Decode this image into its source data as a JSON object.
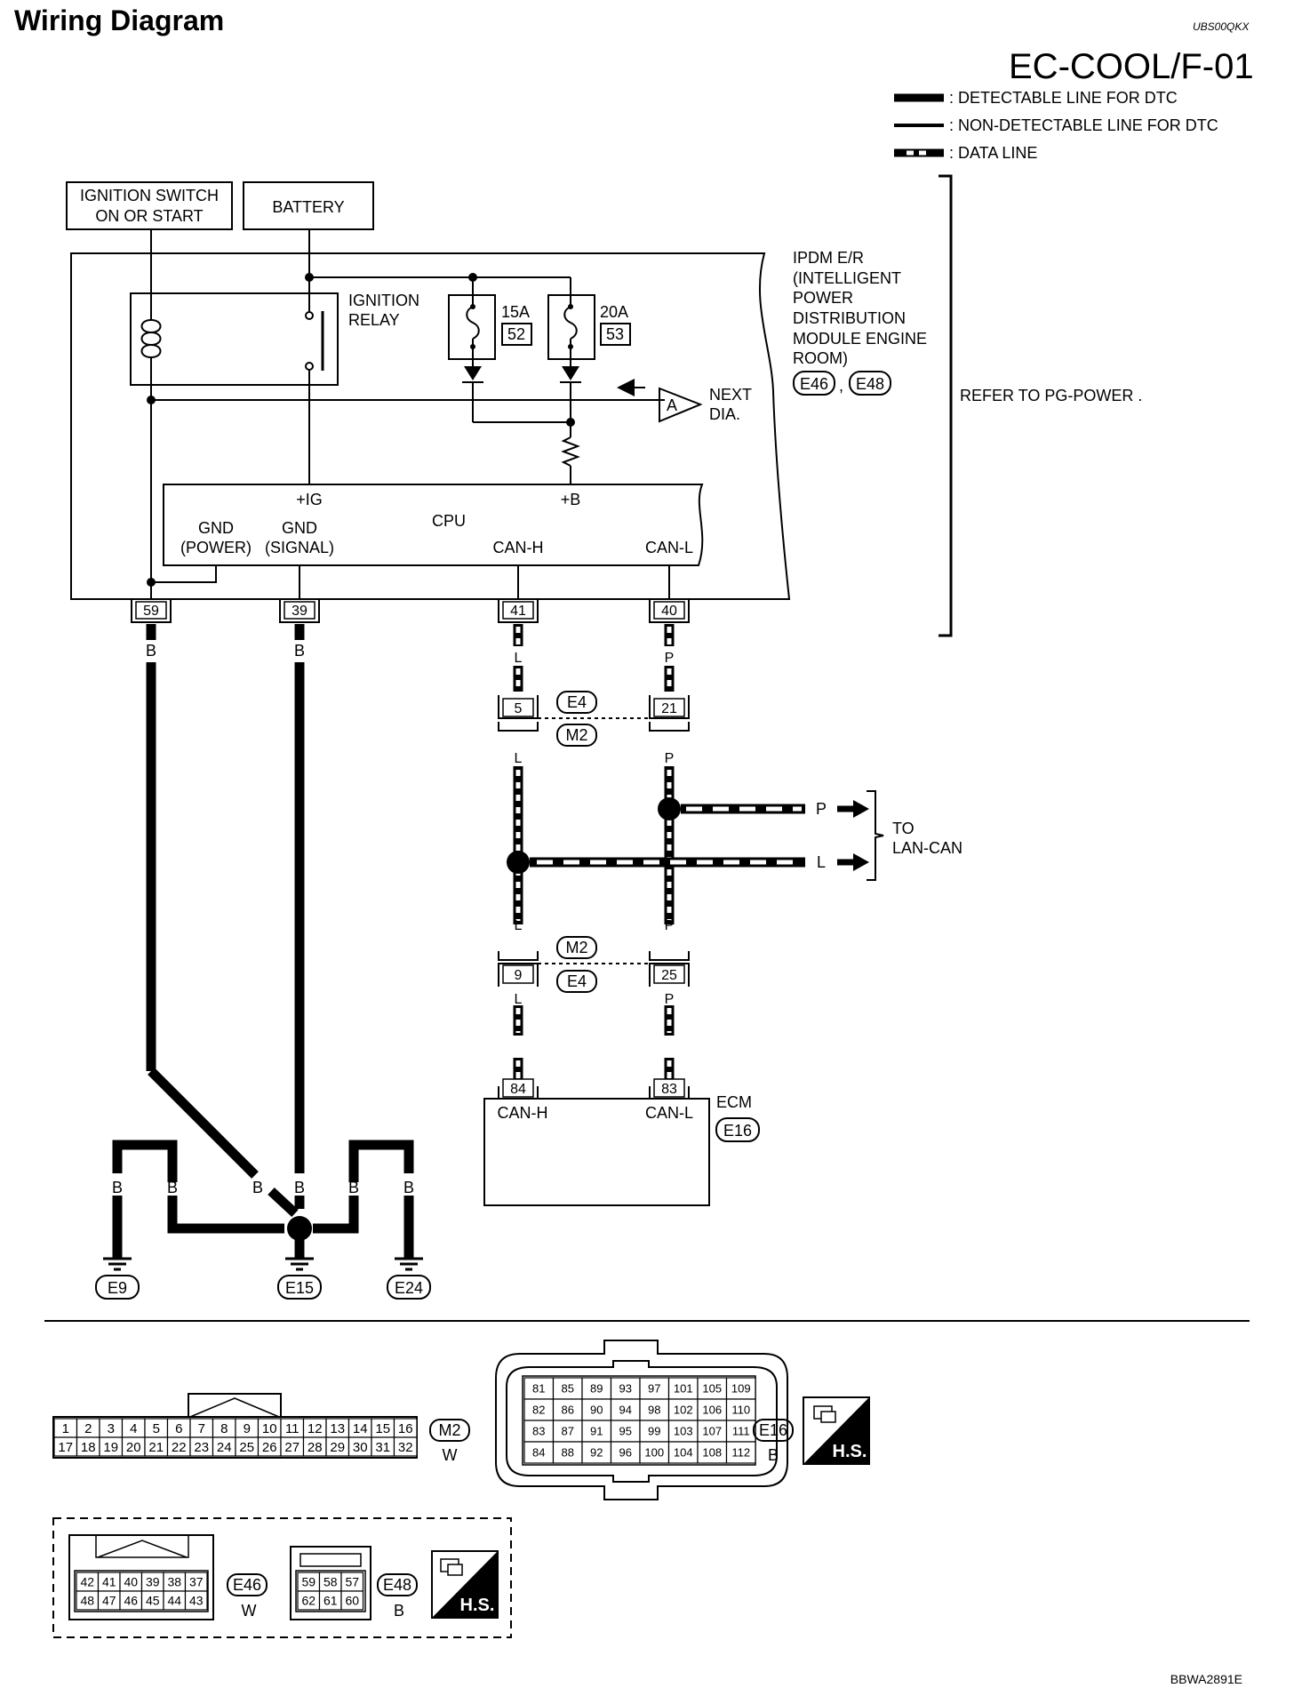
{
  "header": {
    "title": "Wiring Diagram",
    "ref_code": "UBS00QKX",
    "diagram_id": "EC-COOL/F-01"
  },
  "legend": {
    "detectable": ": DETECTABLE LINE FOR DTC",
    "non_detectable": ": NON-DETECTABLE LINE FOR DTC",
    "data_line": ": DATA LINE"
  },
  "sources": {
    "ignition_l1": "IGNITION SWITCH",
    "ignition_l2": "ON OR START",
    "battery": "BATTERY"
  },
  "ipdm": {
    "name_lines": [
      "IPDM E/R",
      "(INTELLIGENT",
      "POWER",
      "DISTRIBUTION",
      "MODULE ENGINE",
      "ROOM)"
    ],
    "connector_a": "E46",
    "sep": ",",
    "connector_b": "E48",
    "relay_l1": "IGNITION",
    "relay_l2": "RELAY",
    "fuse1_amp": "15A",
    "fuse1_no": "52",
    "fuse2_amp": "20A",
    "fuse2_no": "53",
    "next_letter": "A",
    "next_l1": "NEXT",
    "next_l2": "DIA.",
    "refer": "REFER TO  PG-POWER .",
    "cpu": "CPU",
    "ig": "+IG",
    "b": "+B",
    "gnd_power_l1": "GND",
    "gnd_power_l2": "(POWER)",
    "gnd_signal_l1": "GND",
    "gnd_signal_l2": "(SIGNAL)",
    "can_h": "CAN-H",
    "can_l": "CAN-L"
  },
  "pins": {
    "p59": "59",
    "p39": "39",
    "p41": "41",
    "p40": "40",
    "p5": "5",
    "p21": "21",
    "p9": "9",
    "p25": "25",
    "p84": "84",
    "p83": "83"
  },
  "wire_colors": {
    "black": "B",
    "blue": "L",
    "pink": "P"
  },
  "junctions": {
    "upper_top": "E4",
    "upper_bottom": "M2",
    "lower_top": "M2",
    "lower_bottom": "E4"
  },
  "lan": {
    "l1": "TO",
    "l2": "LAN-CAN"
  },
  "ecm": {
    "name": "ECM",
    "connector": "E16",
    "can_h": "CAN-H",
    "can_l": "CAN-L"
  },
  "grounds": {
    "g1": "E9",
    "g2": "E15",
    "g3": "E24"
  },
  "connectors": {
    "m2": {
      "id": "M2",
      "color": "W",
      "row1": [
        "1",
        "2",
        "3",
        "4",
        "5",
        "6",
        "7",
        "8",
        "9",
        "10",
        "11",
        "12",
        "13",
        "14",
        "15",
        "16"
      ],
      "row2": [
        "17",
        "18",
        "19",
        "20",
        "21",
        "22",
        "23",
        "24",
        "25",
        "26",
        "27",
        "28",
        "29",
        "30",
        "31",
        "32"
      ]
    },
    "e16": {
      "id": "E16",
      "color": "B",
      "rows": [
        [
          "81",
          "85",
          "89",
          "93",
          "97",
          "101",
          "105",
          "109"
        ],
        [
          "82",
          "86",
          "90",
          "94",
          "98",
          "102",
          "106",
          "110"
        ],
        [
          "83",
          "87",
          "91",
          "95",
          "99",
          "103",
          "107",
          "111"
        ],
        [
          "84",
          "88",
          "92",
          "96",
          "100",
          "104",
          "108",
          "112"
        ]
      ]
    },
    "e46": {
      "id": "E46",
      "color": "W",
      "row1": [
        "42",
        "41",
        "40",
        "39",
        "38",
        "37"
      ],
      "row2": [
        "48",
        "47",
        "46",
        "45",
        "44",
        "43"
      ]
    },
    "e48": {
      "id": "E48",
      "color": "B",
      "row1": [
        "59",
        "58",
        "57"
      ],
      "row2": [
        "62",
        "61",
        "60"
      ]
    },
    "hs": "H.S."
  },
  "footer_code": "BBWA2891E"
}
